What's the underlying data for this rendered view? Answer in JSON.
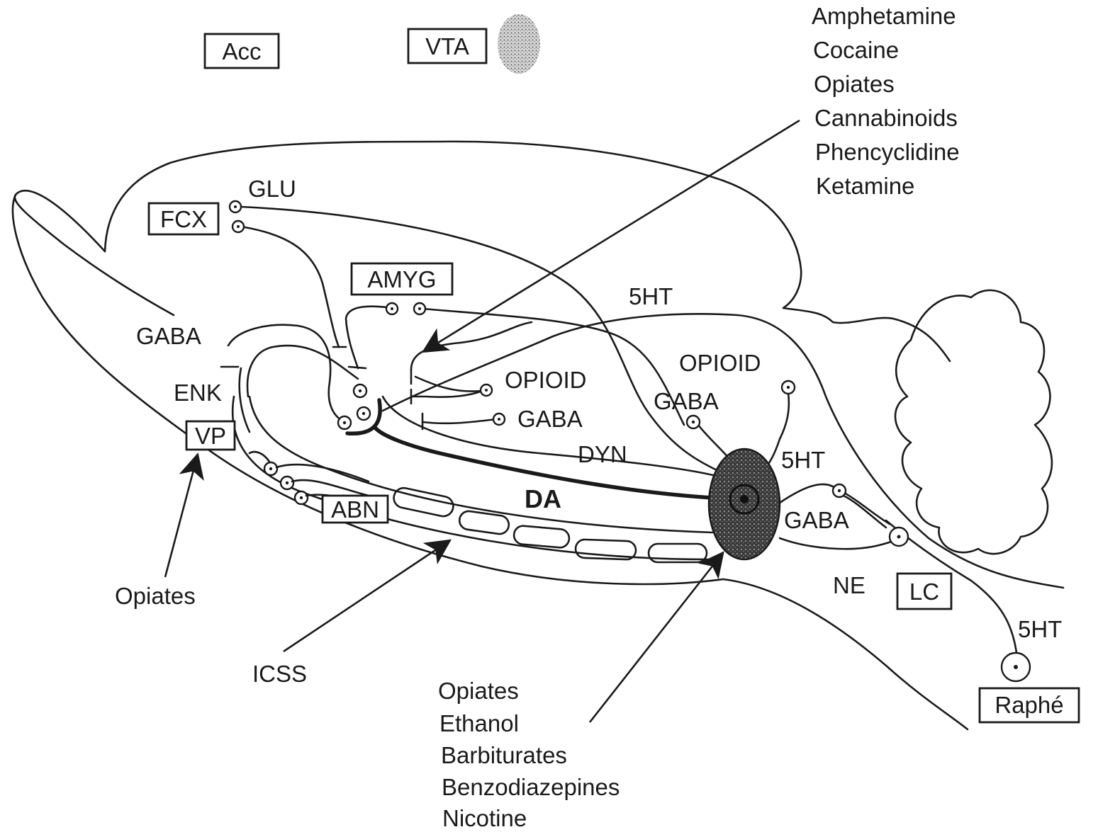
{
  "boxed_labels": {
    "acc": "Acc",
    "vta": "VTA",
    "fcx": "FCX",
    "amyg": "AMYG",
    "vp": "VP",
    "abn": "ABN",
    "lc": "LC",
    "raphe": "Raphé"
  },
  "transmitters": {
    "glu": "GLU",
    "gaba_left": "GABA",
    "enk": "ENK",
    "opioid_mid": "OPIOID",
    "gaba_mid": "GABA",
    "dyn": "DYN",
    "fivehtt_top": "5HT",
    "opioid_right": "OPIOID",
    "gaba_right": "GABA",
    "fivehtt_right": "5HT",
    "da": "DA",
    "gaba_lower_right": "GABA",
    "ne": "NE",
    "fivehtt_raphe": "5HT"
  },
  "drug_lists": {
    "accumbens_drugs": [
      "Amphetamine",
      "Cocaine",
      "Opiates",
      "Cannabinoids",
      "Phencyclidine",
      "Ketamine"
    ],
    "vta_drugs": [
      "Opiates",
      "Ethanol",
      "Barbiturates",
      "Benzodiazepines",
      "Nicotine"
    ]
  },
  "arrow_labels": {
    "vp_opiates": "Opiates",
    "icss": "ICSS"
  },
  "colors": {
    "ink": "#1a1a1a",
    "vta_fill": "#2b2b2b"
  }
}
